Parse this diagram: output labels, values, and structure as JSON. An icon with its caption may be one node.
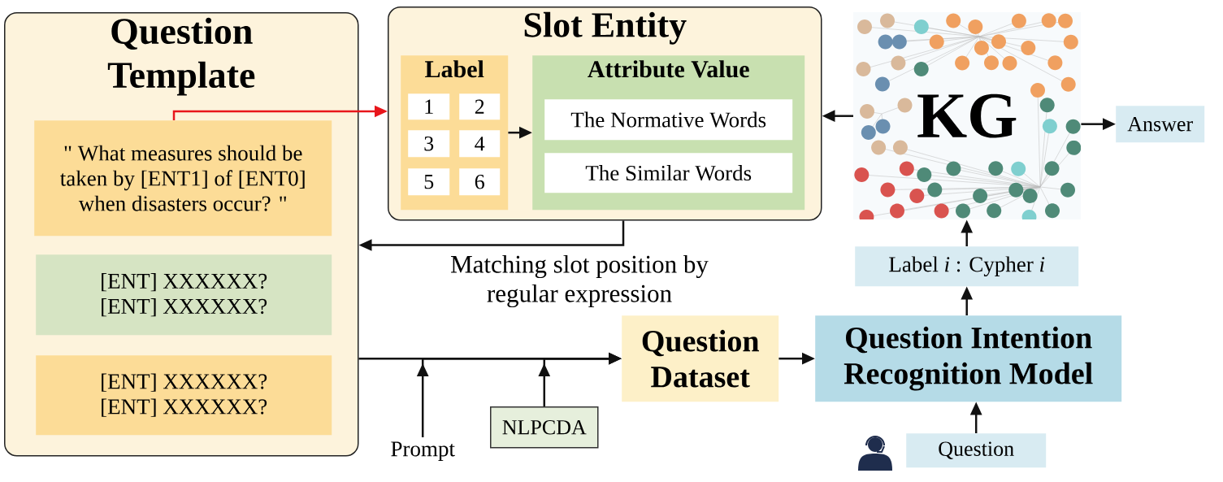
{
  "diagram": {
    "nodes": [
      {
        "text": [
          "Question Template"
        ]
      },
      {
        "text": [
          "\" What measures should be taken by [ENT1] of [ENT0] when disasters occur? \""
        ],
        "in": 0
      },
      {
        "text": [
          "[ENT] XXXXXX? [ENT] XXXXXX?"
        ],
        "in": 0
      },
      {
        "text": [
          "[ENT] XXXXXX? [ENT] XXXXXX?"
        ],
        "in": 0
      },
      {
        "text": [
          "Slot Entity"
        ]
      },
      {
        "text": [
          "Label"
        ],
        "in": 4
      },
      {
        "text": [
          "1"
        ],
        "in": 5
      },
      {
        "text": [
          "2"
        ],
        "in": 5
      },
      {
        "text": [
          "3"
        ],
        "in": 5
      },
      {
        "text": [
          "4"
        ],
        "in": 5
      },
      {
        "text": [
          "5"
        ],
        "in": 5
      },
      {
        "text": [
          "6"
        ],
        "in": 5
      },
      {
        "text": [
          "Attribute Value"
        ],
        "in": 4
      },
      {
        "text": [
          "The Normative Words"
        ],
        "in": 12
      },
      {
        "text": [
          "The Similar Words"
        ],
        "in": 12
      },
      {
        "text": [
          "KG"
        ]
      },
      {
        "text": [
          "Answer"
        ]
      },
      {
        "text": [
          "Label *i* : Cypher *i*"
        ]
      },
      {
        "text": [
          "Question Dataset"
        ]
      },
      {
        "text": [
          "Question Intention Recognition Model"
        ]
      },
      {
        "text": [
          "Question"
        ]
      },
      {
        "text": [
          "Prompt"
        ]
      },
      {
        "text": [
          "NLPCDA"
        ]
      }
    ],
    "edges": [
      {
        "from": 1,
        "to": 4,
        "arrow": "to",
        "color": "#e8161b"
      },
      {
        "from": 5,
        "to": 12,
        "arrow": "to"
      },
      {
        "from": 15,
        "to": 4,
        "arrow": "to"
      },
      {
        "from": 15,
        "to": 16,
        "arrow": "to"
      },
      {
        "from": 17,
        "to": 15,
        "arrow": "to"
      },
      {
        "from": 19,
        "to": 17,
        "arrow": "to"
      },
      {
        "from": 20,
        "to": 19,
        "arrow": "to"
      },
      {
        "from": 18,
        "to": 19,
        "arrow": "to"
      },
      {
        "from": 4,
        "to": 0,
        "arrow": "to",
        "label": "Matching slot position by regular expression"
      },
      {
        "from": 0,
        "to": 18,
        "arrow": "to"
      },
      {
        "from": 21,
        "to": 18,
        "arrow": "to"
      },
      {
        "from": 22,
        "to": 18,
        "arrow": "to"
      }
    ]
  }
}
